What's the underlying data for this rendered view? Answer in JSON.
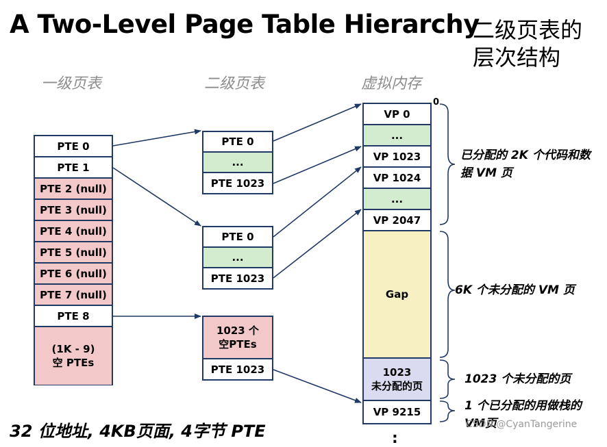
{
  "title": "A Two-Level Page Table Hierarchy",
  "subtitle": "二级页表的层次结构",
  "columns": {
    "level1": "一级页表",
    "level2": "二级页表",
    "vm": "虚拟内存"
  },
  "level1_table": [
    "PTE 0",
    "PTE 1",
    "PTE 2 (null)",
    "PTE 3 (null)",
    "PTE 4 (null)",
    "PTE 5 (null)",
    "PTE 6 (null)",
    "PTE 7 (null)",
    "PTE 8",
    "(1K - 9)\n空 PTEs"
  ],
  "level2_tables": {
    "t0": [
      "PTE 0",
      "...",
      "PTE 1023"
    ],
    "t1": [
      "PTE 0",
      "...",
      "PTE 1023"
    ],
    "t8": [
      "1023 个\n空PTEs",
      "PTE 1023"
    ]
  },
  "vm": {
    "start_marker": "0",
    "cells": [
      "VP 0",
      "...",
      "VP 1023",
      "VP 1024",
      "...",
      "VP 2047",
      "Gap",
      "1023\n未分配的页",
      "VP 9215"
    ],
    "continuation": ":"
  },
  "annotations": {
    "allocated": "已分配的 2K 个代码和数据 VM 页",
    "gap": "6K 个未分配的 VM 页",
    "unallocated": "1023 个未分配的页",
    "stack": "1 个已分配的用做栈的VM页"
  },
  "footer": "32 位地址, 4KB页面, 4字节 PTE",
  "watermark": "CSDN @CyanTangerine",
  "colors": {
    "border": "#1f3864",
    "null_pte": "#f2c8c8",
    "dots": "#d3ecd0",
    "gap": "#f7f0c2",
    "unallocated": "#dadbf0"
  }
}
